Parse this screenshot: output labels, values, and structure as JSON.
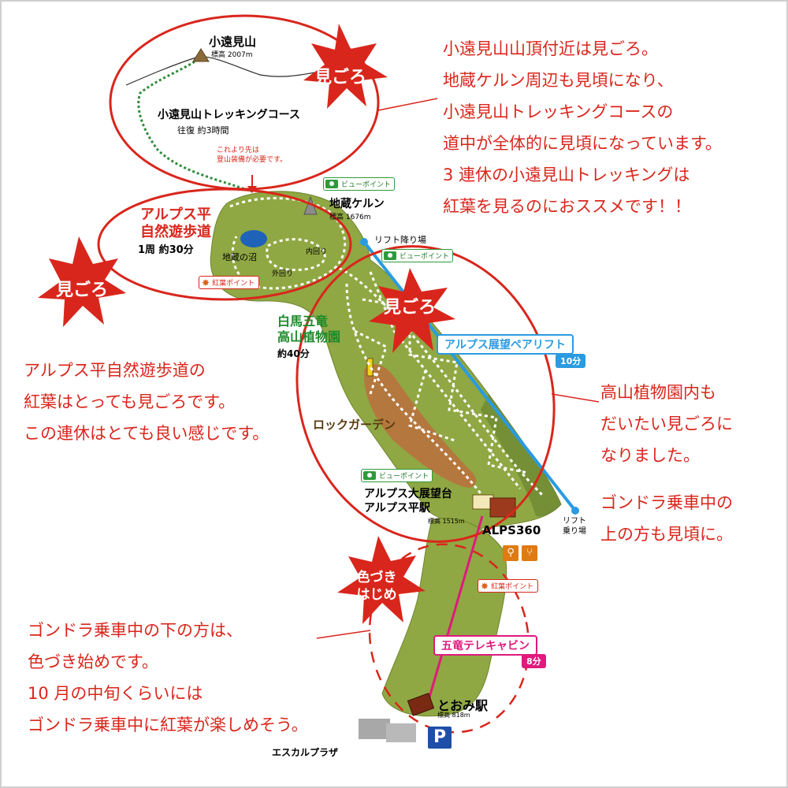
{
  "stars": {
    "trekking": "見ごろ",
    "nature_walk": "見ごろ",
    "alpine_garden": "見ごろ",
    "gondola_line1": "色づき",
    "gondola_line2": "はじめ"
  },
  "labels": {
    "summit_name": "小遠見山",
    "summit_elev": "標高 2007m",
    "trekking_course": "小遠見山トレッキングコース",
    "trekking_time": "往復 約3時間",
    "caution_line1": "これより先は",
    "caution_line2": "登山装備が必要です。",
    "nature_walk_line1": "アルプス平",
    "nature_walk_line2": "自然遊歩道",
    "nature_walk_time": "1周 約30分",
    "jizo_pond": "地蔵の沼",
    "inner_loop": "内回り",
    "outer_loop": "外回り",
    "jizo_cairn": "地蔵ケルン",
    "jizo_cairn_elev": "標高 1676m",
    "lift_top": "リフト降り場",
    "viewpoint": "ビューポイント",
    "autumn_point": "紅葉ポイント",
    "alpine_garden_line1": "白馬五竜",
    "alpine_garden_line2": "高山植物園",
    "alpine_garden_time": "約40分",
    "rock_garden": "ロックガーデン",
    "pair_lift": "アルプス展望ペアリフト",
    "pair_lift_time": "10分",
    "alps_observatory": "アルプス大展望台",
    "alps_daira_station": "アルプス平駅",
    "alps_daira_elev": "標高 1515m",
    "alps360": "ALPS360",
    "lift_bottom_line1": "リフト",
    "lift_bottom_line2": "乗り場",
    "gondola": "五竜テレキャビン",
    "gondola_time": "8分",
    "tomi_station": "とおみ駅",
    "tomi_elev": "標高 818m",
    "escal_plaza": "エスカルプラザ",
    "parking": "P"
  },
  "annotations": {
    "trekking": [
      "小遠見山山頂付近は見ごろ。",
      "地蔵ケルン周辺も見頃になり、",
      "小遠見山トレッキングコースの",
      "道中が全体的に見頃になっています。",
      "3 連休の小遠見山トレッキングは",
      "紅葉を見るのにおススメです！！"
    ],
    "nature_walk": [
      "アルプス平自然遊歩道の",
      "紅葉はとっても見ごろです。",
      "この連休はとても良い感じです。"
    ],
    "alpine_garden": [
      "高山植物園内も",
      "だいたい見ごろに",
      "なりました。",
      "ゴンドラ乗車中の",
      "上の方も見頃に。"
    ],
    "gondola": [
      "ゴンドラ乗車中の下の方は、",
      "色づき始めです。",
      "10 月の中旬くらいには",
      "ゴンドラ乗車中に紅葉が楽しめそう。"
    ]
  },
  "colors": {
    "accent_red": "#d9261c",
    "terrain_green": "#8fa843",
    "lift_blue": "#2a9be0",
    "gondola_pink": "#e0197d",
    "rock_brown": "#b4783e"
  }
}
